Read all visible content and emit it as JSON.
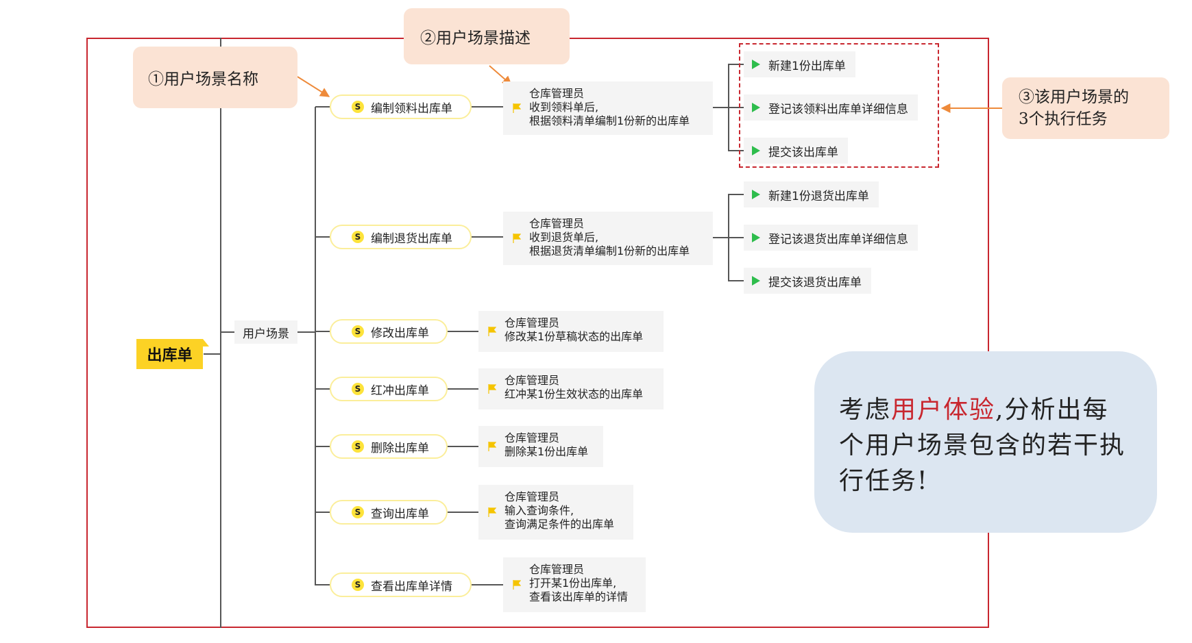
{
  "root": {
    "label": "出库单"
  },
  "group": {
    "label": "用户场景"
  },
  "scenarios": [
    {
      "icon": "S",
      "name": "编制领料出库单",
      "desc": [
        "仓库管理员",
        "收到领料单后,",
        "根据领料清单编制1份新的出库单"
      ],
      "tasks": [
        "新建1份出库单",
        "登记该领料出库单详细信息",
        "提交该出库单"
      ]
    },
    {
      "icon": "S",
      "name": "编制退货出库单",
      "desc": [
        "仓库管理员",
        "收到退货单后,",
        "根据退货清单编制1份新的出库单"
      ],
      "tasks": [
        "新建1份退货出库单",
        "登记该退货出库单详细信息",
        "提交该退货出库单"
      ]
    },
    {
      "icon": "S",
      "name": "修改出库单",
      "desc": [
        "仓库管理员",
        "修改某1份草稿状态的出库单"
      ]
    },
    {
      "icon": "S",
      "name": "红冲出库单",
      "desc": [
        "仓库管理员",
        "红冲某1份生效状态的出库单"
      ]
    },
    {
      "icon": "S",
      "name": "删除出库单",
      "desc": [
        "仓库管理员",
        "删除某1份出库单"
      ]
    },
    {
      "icon": "S",
      "name": "查询出库单",
      "desc": [
        "仓库管理员",
        "输入查询条件,",
        "查询满足条件的出库单"
      ]
    },
    {
      "icon": "S",
      "name": "查看出库单详情",
      "desc": [
        "仓库管理员",
        "打开某1份出库单,",
        "查看该出库单的详情"
      ]
    }
  ],
  "callouts": {
    "name": "①用户场景名称",
    "description": "②用户场景描述",
    "tasks_line1": "③该用户场景的",
    "tasks_line2": "3个执行任务"
  },
  "note": {
    "part1": "考虑",
    "highlight": "用户体验",
    "part2": ",分析出每个用户场景包含的若干执行任务!"
  },
  "colors": {
    "frame": "#c8262e",
    "root": "#fcd225",
    "scenario_border": "#fbee9a",
    "flag": "#f5c400",
    "task_arrow": "#2ebd4c",
    "callout_bg": "#fbe3d4",
    "callout_arrow": "#ee8a3a",
    "note_bg": "#dce6f1",
    "note_highlight": "#c8262e"
  }
}
